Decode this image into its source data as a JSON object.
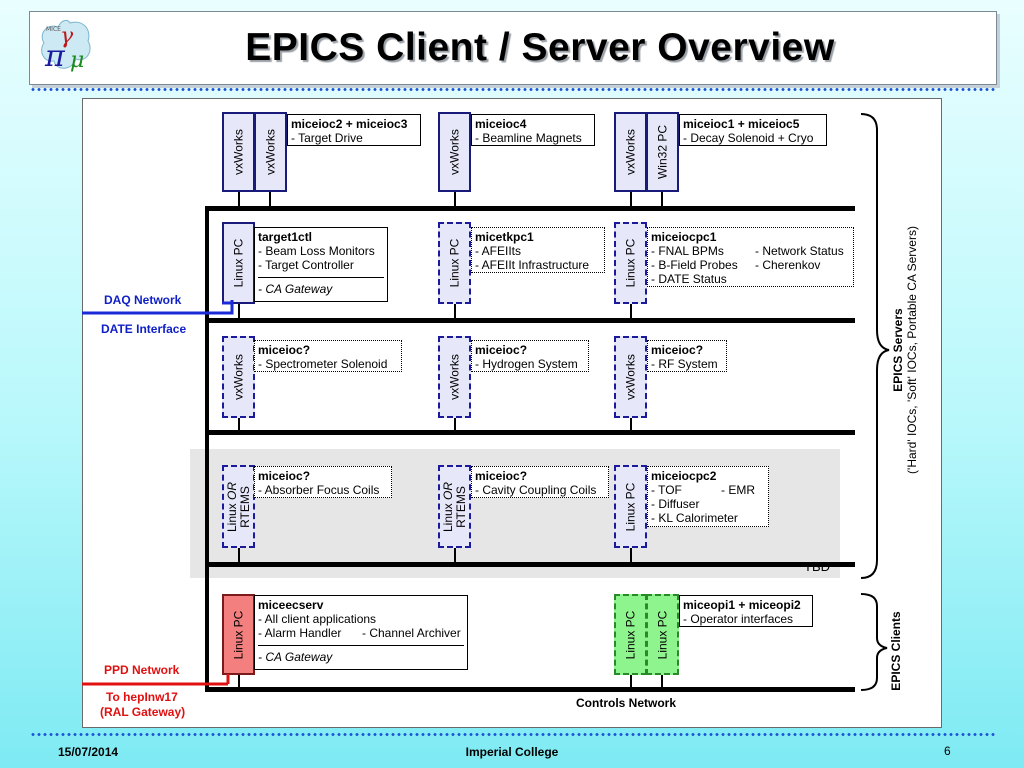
{
  "slide": {
    "title": "EPICS Client / Server Overview",
    "logo_text": "MICE",
    "footer_date": "15/07/2014",
    "footer_org": "Imperial College",
    "page_number": "6"
  },
  "networks": {
    "daq": "DAQ Network",
    "date": "DATE Interface",
    "ppd": "PPD Network",
    "to_hep": "To hepInw17",
    "ral": "(RAL Gateway)",
    "controls": "Controls Network",
    "tbd": "TBD"
  },
  "braces": {
    "servers_title": "EPICS Servers",
    "servers_sub": "('Hard' IOCs, 'Soft' IOCs, Portable CA Servers)",
    "clients_title": "EPICS Clients"
  },
  "nodes": {
    "n1a": "vxWorks",
    "n1b": "vxWorks",
    "n1c": "vxWorks",
    "n1d": "vxWorks",
    "n1e": "Win32 PC",
    "n2a": "Linux PC",
    "n2b": "Linux PC",
    "n2c": "Linux PC",
    "n3a": "vxWorks",
    "n3b": "vxWorks",
    "n3c": "vxWorks",
    "n4a_1": "Linux",
    "n4a_or": "OR",
    "n4a_2": "RTEMS",
    "n4b_1": "Linux",
    "n4b_or": "OR",
    "n4b_2": "RTEMS",
    "n4c": "Linux PC",
    "n5a": "Linux PC",
    "n5b": "Linux PC",
    "n5c": "Linux PC"
  },
  "boxes": {
    "b1": {
      "title": "miceioc2 + miceioc3",
      "l1": "- Target Drive"
    },
    "b2": {
      "title": "miceioc4",
      "l1": "- Beamline Magnets"
    },
    "b3": {
      "title": "miceioc1 + miceioc5",
      "l1": "- Decay Solenoid + Cryo"
    },
    "b4": {
      "title": "target1ctl",
      "l1": "- Beam Loss Monitors",
      "l2": "- Target Controller",
      "l3": "- CA Gateway"
    },
    "b5": {
      "title": "micetkpc1",
      "l1": "- AFEIIts",
      "l2": "- AFEIIt Infrastructure"
    },
    "b6": {
      "title": "miceiocpc1",
      "l1a": "- FNAL BPMs",
      "l1b": "- Network Status",
      "l2a": "- B-Field Probes",
      "l2b": "- Cherenkov",
      "l3": "- DATE Status"
    },
    "b7": {
      "title": "miceioc?",
      "l1": "- Spectrometer Solenoid"
    },
    "b8": {
      "title": "miceioc?",
      "l1": "- Hydrogen System"
    },
    "b9": {
      "title": "miceioc?",
      "l1": "- RF System"
    },
    "b10": {
      "title": "miceioc?",
      "l1": "- Absorber Focus Coils"
    },
    "b11": {
      "title": "miceioc?",
      "l1": "- Cavity Coupling Coils"
    },
    "b12": {
      "title": "miceiocpc2",
      "l1a": "- TOF",
      "l1b": "- EMR",
      "l2": "- Diffuser",
      "l3": "- KL Calorimeter"
    },
    "b13": {
      "title": "miceecserv",
      "l1": "- All client applications",
      "l2a": "- Alarm Handler",
      "l2b": "- Channel Archiver",
      "l3": "- CA Gateway"
    },
    "b14": {
      "title": "miceopi1 + miceopi2",
      "l1": "- Operator interfaces"
    }
  },
  "colors": {
    "daq_line": "#1a2ad8",
    "ppd_line": "#e01010",
    "client_node": "#f37f7f",
    "opi_node": "#8ef58e",
    "server_node": "#e7e7fa"
  }
}
